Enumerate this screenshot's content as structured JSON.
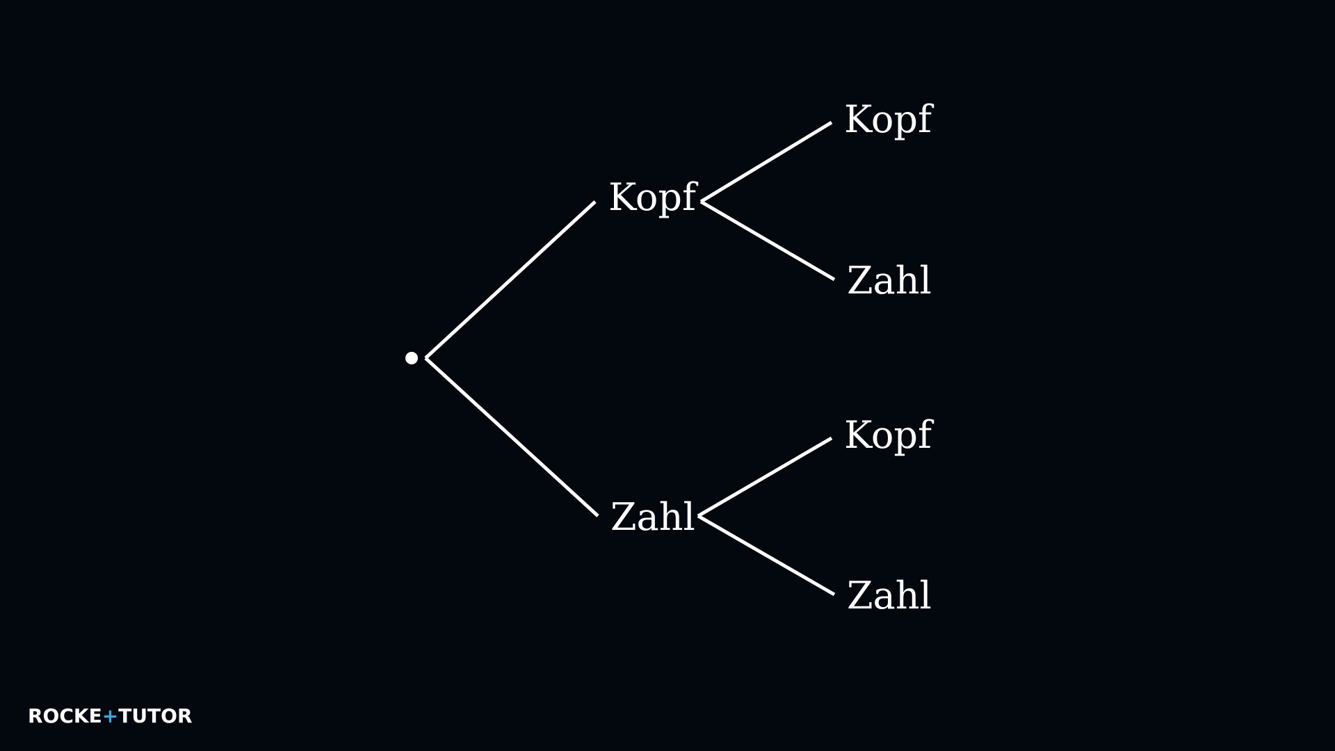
{
  "diagram": {
    "type": "tree",
    "root": {
      "marker": "dot"
    },
    "level1": [
      {
        "label": "Kopf"
      },
      {
        "label": "Zahl"
      }
    ],
    "level2": [
      {
        "parent": 0,
        "label": "Kopf"
      },
      {
        "parent": 0,
        "label": "Zahl"
      },
      {
        "parent": 1,
        "label": "Kopf"
      },
      {
        "parent": 1,
        "label": "Zahl"
      }
    ],
    "colors": {
      "background": "#03080e",
      "lines": "#ffffff",
      "text": "#ffffff"
    }
  },
  "brand": {
    "part1": "ROCKE",
    "plus": "+",
    "part2": "TUT",
    "o": "O",
    "part3": "R",
    "accent_color": "#3aa7e0"
  }
}
